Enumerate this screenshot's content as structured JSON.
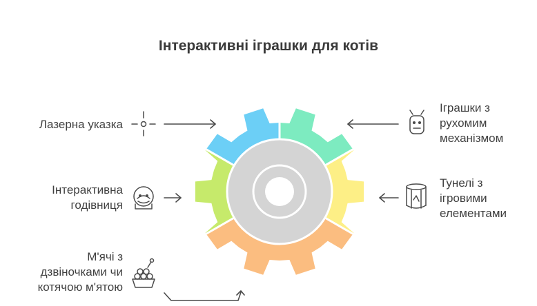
{
  "title": "Інтерактивні іграшки для котів",
  "segments": [
    {
      "id": "laser",
      "side": "left",
      "icon": "laser-pointer-icon",
      "color": "#6ccff6",
      "lines": [
        "Лазерна указка"
      ]
    },
    {
      "id": "feeder",
      "side": "left",
      "icon": "cat-feeder-icon",
      "color": "#c6ea6b",
      "lines": [
        "Інтерактивна",
        "годівниця"
      ]
    },
    {
      "id": "balls",
      "side": "left",
      "icon": "balls-basket-icon",
      "color": "#fbbd80",
      "lines": [
        "М'ячі з",
        "дзвіночками чи",
        "котячою м'ятою"
      ]
    },
    {
      "id": "mechanical",
      "side": "right",
      "icon": "moving-toy-icon",
      "color": "#7debc0",
      "lines": [
        "Іграшки з",
        "рухомим",
        "механізмом"
      ]
    },
    {
      "id": "tunnels",
      "side": "right",
      "icon": "tunnel-icon",
      "color": "#fdef86",
      "lines": [
        "Тунелі з",
        "ігровими",
        "елементами"
      ]
    }
  ],
  "colors": {
    "hub": "#d4d4d4",
    "outline": "#4a4a4a",
    "text": "#404040"
  }
}
